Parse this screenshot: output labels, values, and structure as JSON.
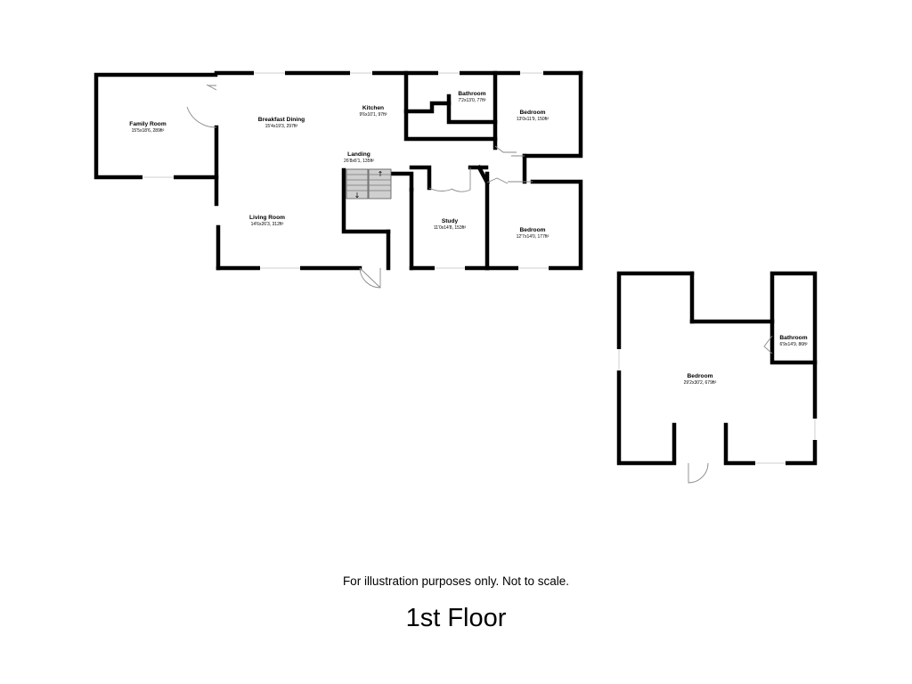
{
  "floorplan": {
    "rooms": [
      {
        "id": "family-room",
        "name": "Family Room",
        "dims": "15'5x18'6, 289ft²"
      },
      {
        "id": "breakfast-dining",
        "name": "Breakfast Dining",
        "dims": "15'4x19'3, 297ft²"
      },
      {
        "id": "kitchen",
        "name": "Kitchen",
        "dims": "9'6x10'1, 97ft²"
      },
      {
        "id": "bathroom-1",
        "name": "Bathroom",
        "dims": "7'2x13'0, 77ft²"
      },
      {
        "id": "bedroom-1",
        "name": "Bedroom",
        "dims": "13'0x11'9, 150ft²"
      },
      {
        "id": "landing",
        "name": "Landing",
        "dims": "26'8x6'1, 135ft²"
      },
      {
        "id": "living-room",
        "name": "Living Room",
        "dims": "14'6x26'3, 312ft²"
      },
      {
        "id": "study",
        "name": "Study",
        "dims": "11'0x14'8, 153ft²"
      },
      {
        "id": "bedroom-2",
        "name": "Bedroom",
        "dims": "12'7x14'0, 177ft²"
      },
      {
        "id": "bedroom-3",
        "name": "Bedroom",
        "dims": "29'2x30'2, 679ft²"
      },
      {
        "id": "bathroom-2",
        "name": "Bathroom",
        "dims": "6'9x14'9, 86ft²"
      }
    ],
    "stair_arrows": [
      "↓",
      "↑"
    ]
  },
  "disclaimer": "For illustration purposes only. Not to scale.",
  "floor_title": "1st Floor"
}
